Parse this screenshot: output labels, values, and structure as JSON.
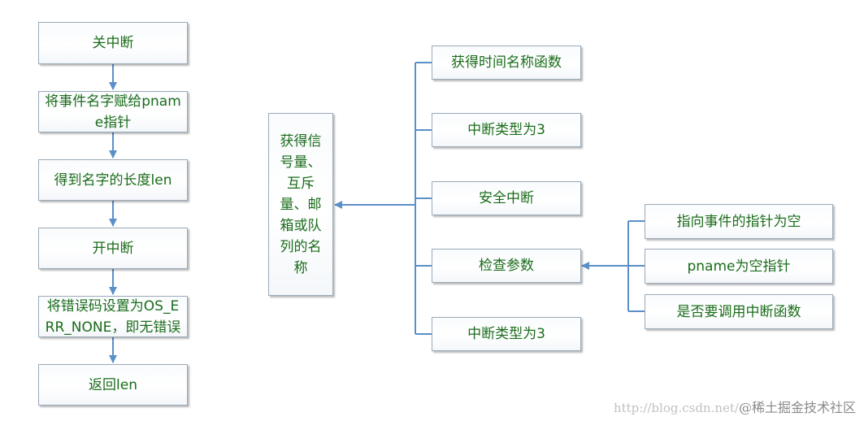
{
  "flow": {
    "steps": [
      "关中断",
      "将事件名字赋给pname指针",
      "得到名字的长度len",
      "开中断",
      "将错误码设置为OS_ERR_NONE，即无错误",
      "返回len"
    ]
  },
  "center": {
    "label": "获得信号量、互斥量、邮箱或队列的名称"
  },
  "branches": {
    "items": [
      "获得时间名称函数",
      "中断类型为3",
      "安全中断",
      "检查参数",
      "中断类型为3"
    ]
  },
  "check": {
    "items": [
      "指向事件的指针为空",
      "pname为空指针",
      "是否要调用中断函数"
    ]
  },
  "watermark": {
    "url": "http://blog.csdn.net/",
    "brand": "@稀土掘金技术社区"
  },
  "colors": {
    "text": "#1a6c1a",
    "connector": "#5b8fc8",
    "border": "#9aaab8"
  }
}
